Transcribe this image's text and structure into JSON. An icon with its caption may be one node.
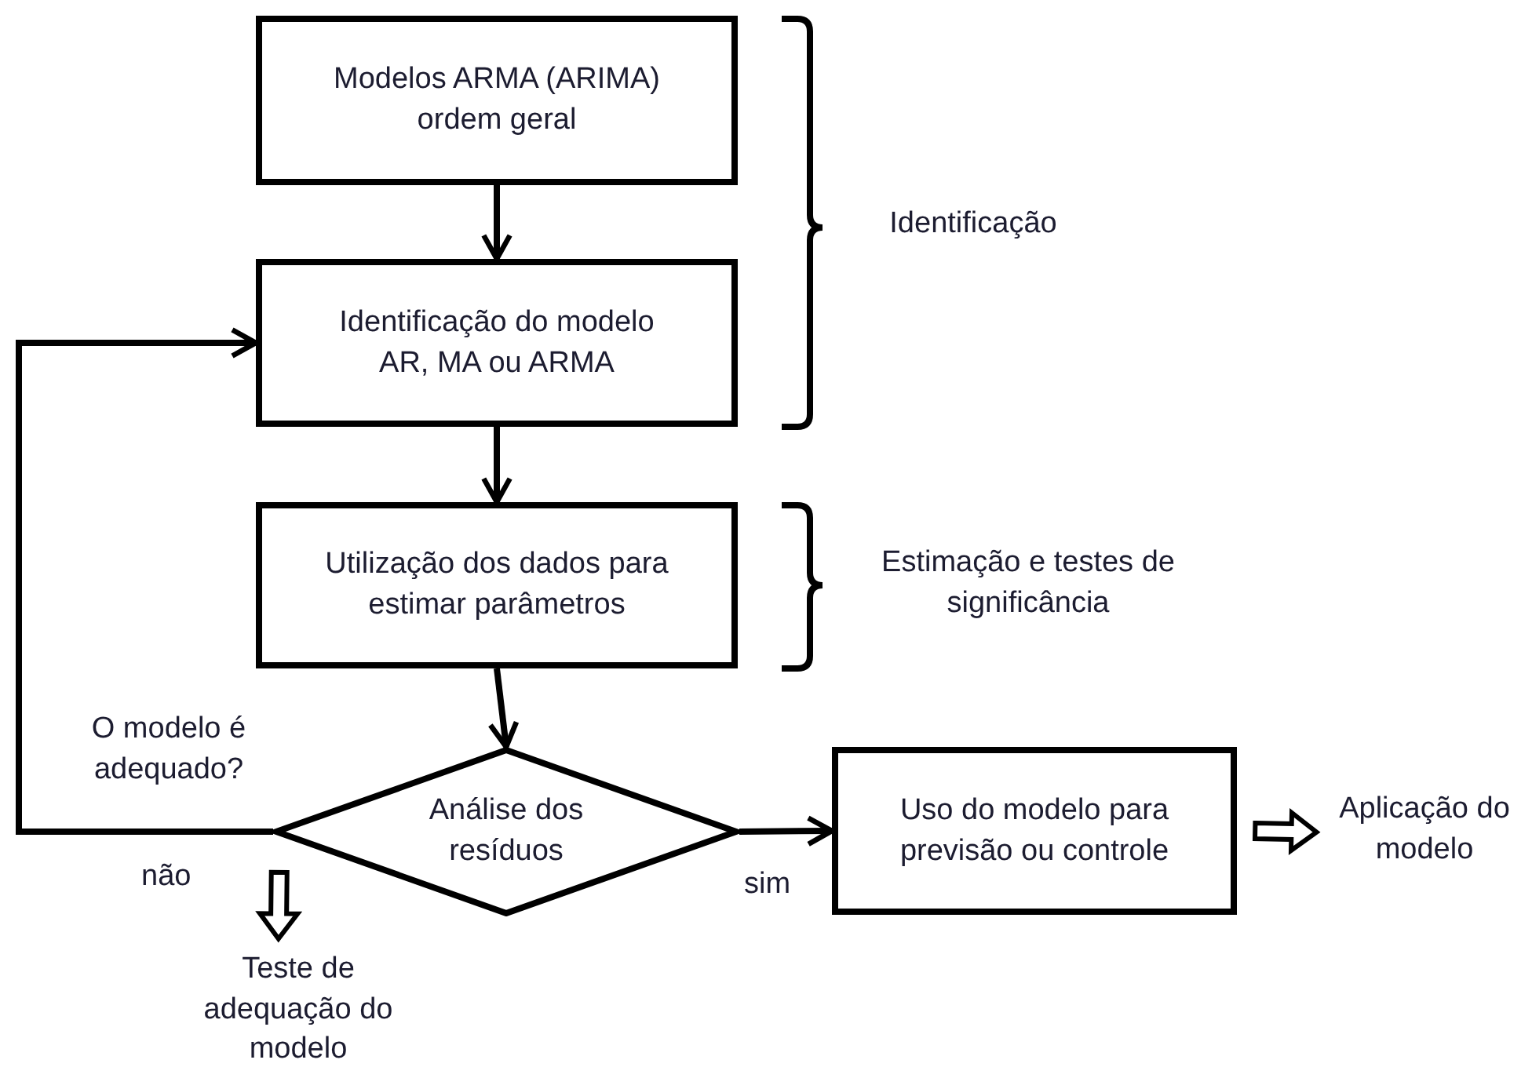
{
  "diagram": {
    "nodes": [
      {
        "text": [
          "Modelos ARMA (ARIMA) ordem geral"
        ]
      },
      {
        "text": [
          "Identificação do modelo AR, MA ou ARMA"
        ]
      },
      {
        "text": [
          "Utilização dos dados para estimar parâmetros"
        ]
      },
      {
        "text": [
          "Análise dos resíduos"
        ]
      },
      {
        "text": [
          "Uso do modelo para previsão ou controle"
        ]
      },
      {
        "text": [
          "Aplicação do modelo"
        ]
      },
      {
        "text": [
          "Teste de adequação do modelo"
        ]
      }
    ],
    "edges": [
      {
        "from": 0,
        "to": 1,
        "arrow": "to"
      },
      {
        "from": 1,
        "to": 2,
        "arrow": "to"
      },
      {
        "from": 2,
        "to": 3,
        "arrow": "to"
      },
      {
        "from": 3,
        "to": 1,
        "arrow": "to",
        "label": "não"
      },
      {
        "from": 3,
        "to": 4,
        "arrow": "to",
        "label": "sim"
      },
      {
        "from": 4,
        "to": 5,
        "arrow": "to",
        "style": "thick"
      },
      {
        "from": 3,
        "to": 6,
        "arrow": "to",
        "style": "thick"
      }
    ],
    "labels": [
      "O modelo é adequado?",
      "Identificação",
      "Estimação e testes de significância"
    ]
  }
}
